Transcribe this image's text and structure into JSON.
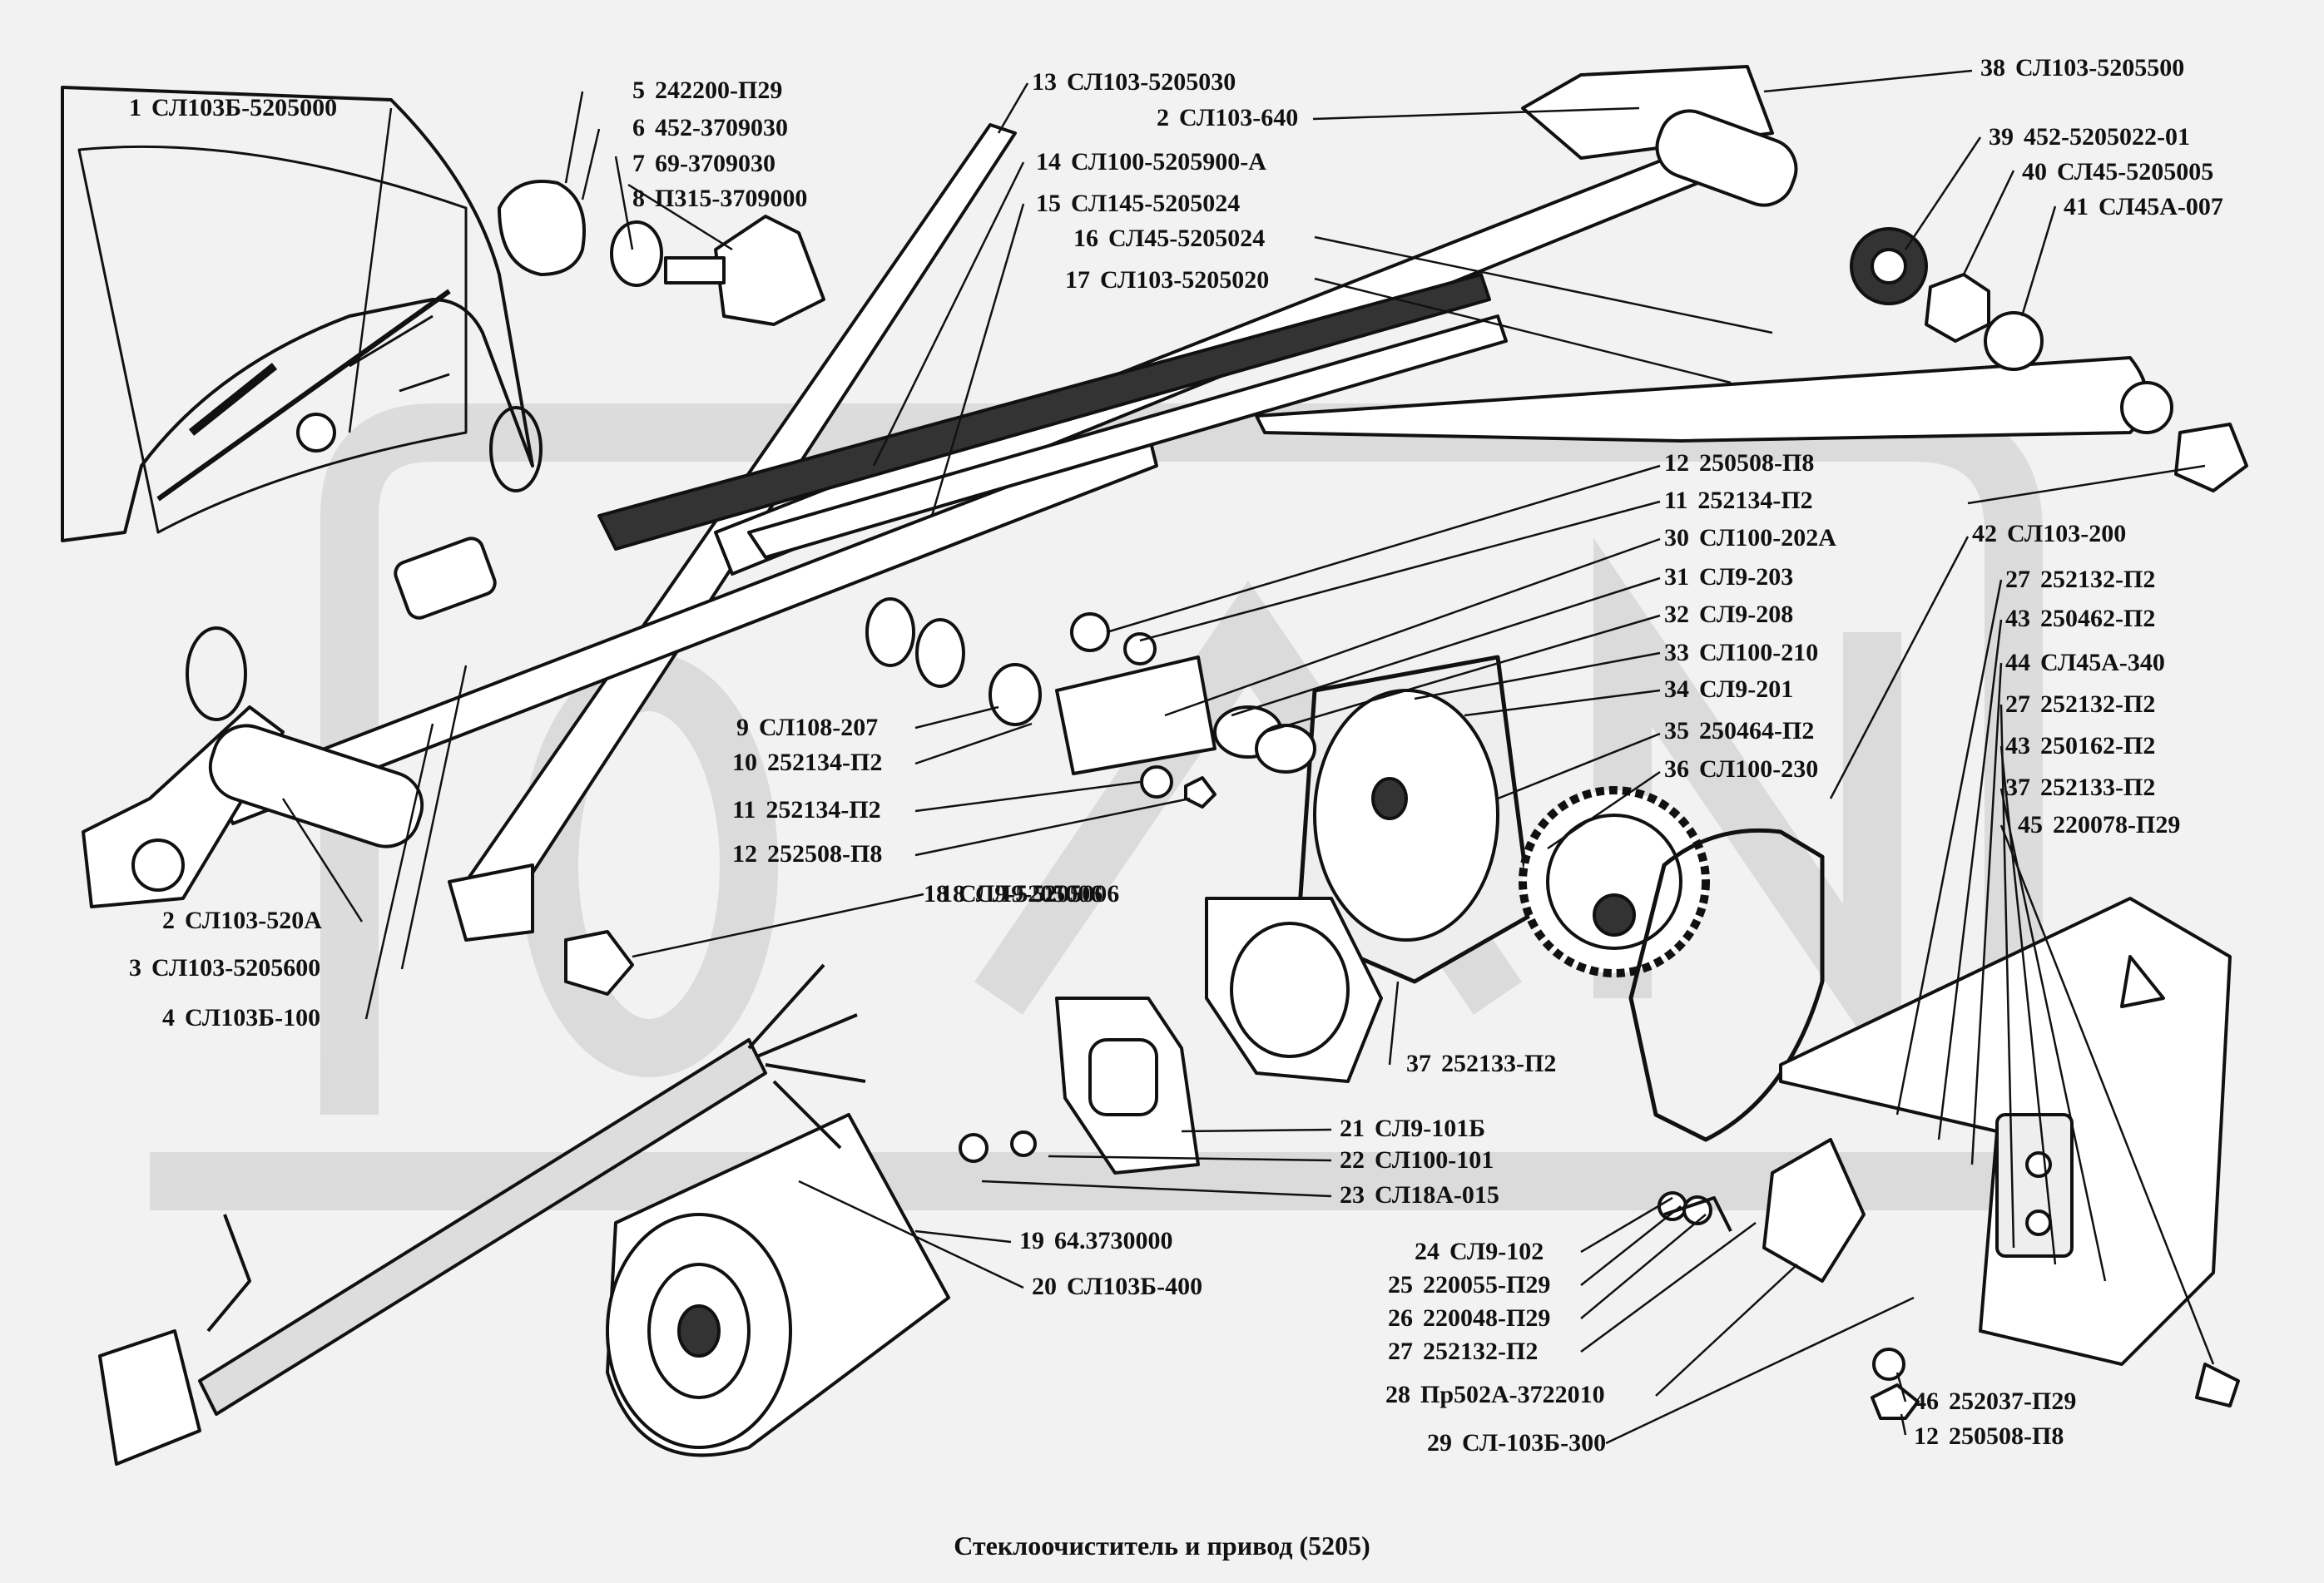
{
  "title": "Стеклоочиститель и привод (5205)",
  "colors": {
    "background": "#f2f2f2",
    "watermark": "#d9d9d9",
    "ink": "#111111"
  },
  "callouts": [
    {
      "num": "1",
      "code": "СЛ103Б-5205000"
    },
    {
      "num": "5",
      "code": "242200-П29"
    },
    {
      "num": "6",
      "code": "452-3709030"
    },
    {
      "num": "7",
      "code": "69-3709030"
    },
    {
      "num": "8",
      "code": "П315-3709000"
    },
    {
      "num": "13",
      "code": "СЛ103-5205030"
    },
    {
      "num": "2",
      "code": "СЛ103-640"
    },
    {
      "num": "14",
      "code": "СЛ100-5205900-А"
    },
    {
      "num": "15",
      "code": "СЛ145-5205024"
    },
    {
      "num": "16",
      "code": "СЛ45-5205024"
    },
    {
      "num": "17",
      "code": "СЛ103-5205020"
    },
    {
      "num": "38",
      "code": "СЛ103-5205500"
    },
    {
      "num": "39",
      "code": "452-5205022-01"
    },
    {
      "num": "40",
      "code": "СЛ45-5205005"
    },
    {
      "num": "41",
      "code": "СЛ45А-007"
    },
    {
      "num": "12",
      "code": "250508-П8"
    },
    {
      "num": "11",
      "code": "252134-П2"
    },
    {
      "num": "30",
      "code": "СЛ100-202А"
    },
    {
      "num": "31",
      "code": "СЛ9-203"
    },
    {
      "num": "32",
      "code": "СЛ9-208"
    },
    {
      "num": "33",
      "code": "СЛ100-210"
    },
    {
      "num": "34",
      "code": "СЛ9-201"
    },
    {
      "num": "35",
      "code": "250464-П2"
    },
    {
      "num": "36",
      "code": "СЛ100-230"
    },
    {
      "num": "18",
      "code": "СЛ9-5205006"
    },
    {
      "num": "42",
      "code": "СЛ103-200"
    },
    {
      "num": "27",
      "code": "252132-П2"
    },
    {
      "num": "43",
      "code": "250462-П2"
    },
    {
      "num": "44",
      "code": "СЛ45А-340"
    },
    {
      "num": "27",
      "code": "252132-П2"
    },
    {
      "num": "43",
      "code": "250162-П2"
    },
    {
      "num": "37",
      "code": "252133-П2"
    },
    {
      "num": "45",
      "code": "220078-П29"
    },
    {
      "num": "9",
      "code": "СЛ108-207"
    },
    {
      "num": "10",
      "code": "252134-П2"
    },
    {
      "num": "11",
      "code": "252134-П2"
    },
    {
      "num": "12",
      "code": "252508-П8"
    },
    {
      "num": "18",
      "code": "СЛ9-5205006"
    },
    {
      "num": "2",
      "code": "СЛ103-520А"
    },
    {
      "num": "3",
      "code": "СЛ103-5205600"
    },
    {
      "num": "4",
      "code": "СЛ103Б-100"
    },
    {
      "num": "37",
      "code": "252133-П2"
    },
    {
      "num": "21",
      "code": "СЛ9-101Б"
    },
    {
      "num": "22",
      "code": "СЛ100-101"
    },
    {
      "num": "23",
      "code": "СЛ18А-015"
    },
    {
      "num": "19",
      "code": "64.3730000"
    },
    {
      "num": "20",
      "code": "СЛ103Б-400"
    },
    {
      "num": "24",
      "code": "СЛ9-102"
    },
    {
      "num": "25",
      "code": "220055-П29"
    },
    {
      "num": "26",
      "code": "220048-П29"
    },
    {
      "num": "27",
      "code": "252132-П2"
    },
    {
      "num": "28",
      "code": "Пр502А-3722010"
    },
    {
      "num": "29",
      "code": "СЛ-103Б-300"
    },
    {
      "num": "46",
      "code": "252037-П29"
    },
    {
      "num": "12",
      "code": "250508-П8"
    }
  ]
}
